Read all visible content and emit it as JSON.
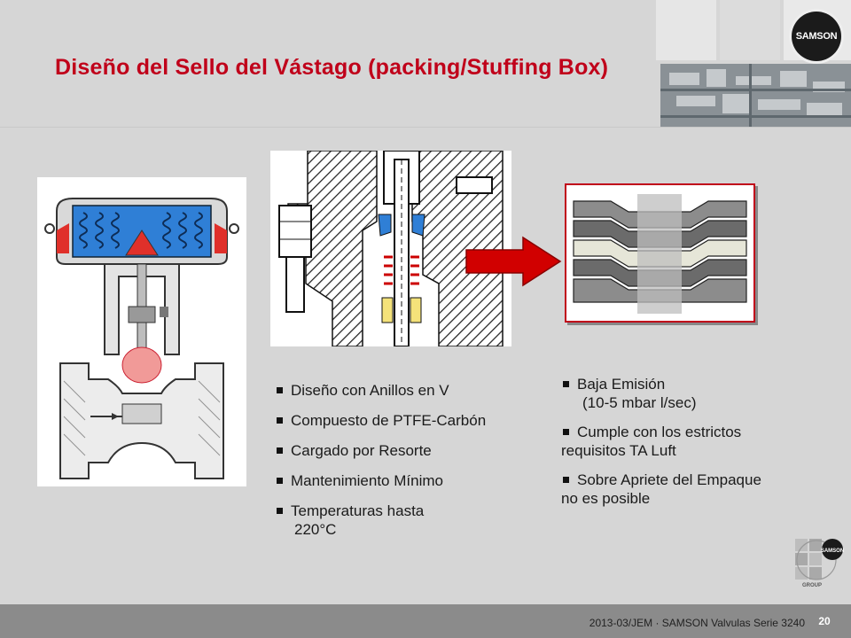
{
  "slide": {
    "title": "Diseño del Sello del Vástago (packing/Stuffing Box)",
    "logo_text": "SAMSON",
    "group_logo_text": "SAMSON",
    "group_label": "GROUP"
  },
  "bullets_left": [
    {
      "text": "Diseño con Anillos en V",
      "sub": ""
    },
    {
      "text": "Compuesto de PTFE-Carbón",
      "sub": ""
    },
    {
      "text": "Cargado por Resorte",
      "sub": ""
    },
    {
      "text": "Mantenimiento Mínimo",
      "sub": ""
    },
    {
      "text": "Temperaturas hasta",
      "sub": "220°C"
    }
  ],
  "bullets_right": [
    {
      "text": "Baja Emisión",
      "cont": "(10-5 mbar l/sec)"
    },
    {
      "text": "Cumple con los estrictos",
      "cont": "requisitos TA Luft"
    },
    {
      "text": "Sobre Apriete del Empaque",
      "cont": "no es posible"
    }
  ],
  "footer": {
    "text": "2013-03/JEM  ·  SAMSON Valvulas Serie 3240",
    "page": "20"
  },
  "colors": {
    "title": "#c0001a",
    "arrow": "#d10000",
    "diaphragm_blue": "#2f7fd6",
    "accent_red": "#e0302a"
  }
}
